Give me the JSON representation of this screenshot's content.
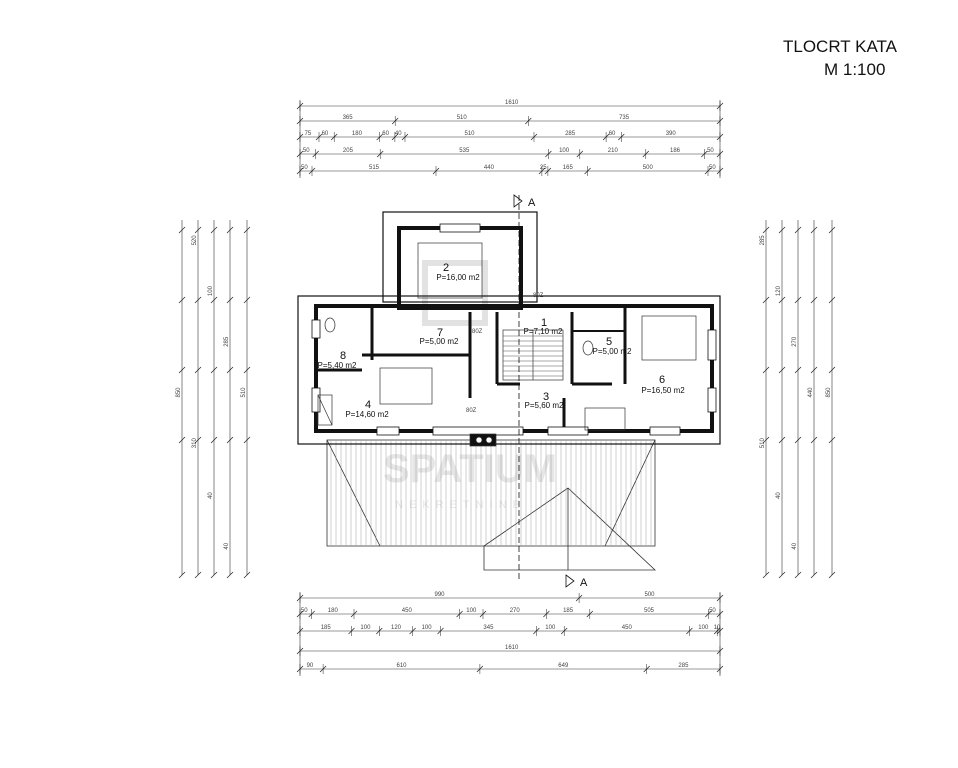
{
  "title": {
    "line1": "TLOCRT KATA",
    "line2": "M 1:100"
  },
  "section_label": "A",
  "watermark": {
    "brand": "SPATIUM",
    "sub": "NEKRETNINE"
  },
  "rooms": [
    {
      "no": "1",
      "area": "P=7,10 m2"
    },
    {
      "no": "2",
      "area": "P=16,00 m2"
    },
    {
      "no": "3",
      "area": "P=5,60 m2"
    },
    {
      "no": "4",
      "area": "P=14,60 m2"
    },
    {
      "no": "5",
      "area": "P=5,00 m2"
    },
    {
      "no": "6",
      "area": "P=16,50 m2"
    },
    {
      "no": "7",
      "area": "P=5,00 m2"
    },
    {
      "no": "8",
      "area": "P=5,40 m2"
    }
  ],
  "dims_top": {
    "row1": [
      "1610"
    ],
    "row2": [
      "365",
      "510",
      "735"
    ],
    "row3": [
      "75",
      "60",
      "180",
      "60",
      "40",
      "510",
      "285",
      "60",
      "390"
    ],
    "row4": [
      "50",
      "205",
      "535",
      "100",
      "210",
      "186",
      "50"
    ],
    "row5": [
      "50",
      "515",
      "440",
      "25",
      "165",
      "500",
      "50"
    ]
  },
  "dims_bottom": {
    "row1": [
      "990",
      "500"
    ],
    "row2": [
      "50",
      "180",
      "450",
      "100",
      "270",
      "185",
      "505",
      "50"
    ],
    "row3": [
      "185",
      "100",
      "120",
      "100",
      "345",
      "100",
      "450",
      "100",
      "10"
    ],
    "row4": [
      "1610"
    ],
    "row5": [
      "90",
      "610",
      "649",
      "285"
    ]
  },
  "dims_left": {
    "outer": [
      "850"
    ],
    "inner": [
      "520",
      "100",
      "285",
      "510",
      "310",
      "40",
      "40"
    ]
  },
  "dims_right": {
    "outer": [
      "850"
    ],
    "inner": [
      "285",
      "120",
      "270",
      "440",
      "510",
      "40",
      "40"
    ]
  },
  "door_labels": [
    "80Z",
    "80Z",
    "80Z"
  ]
}
